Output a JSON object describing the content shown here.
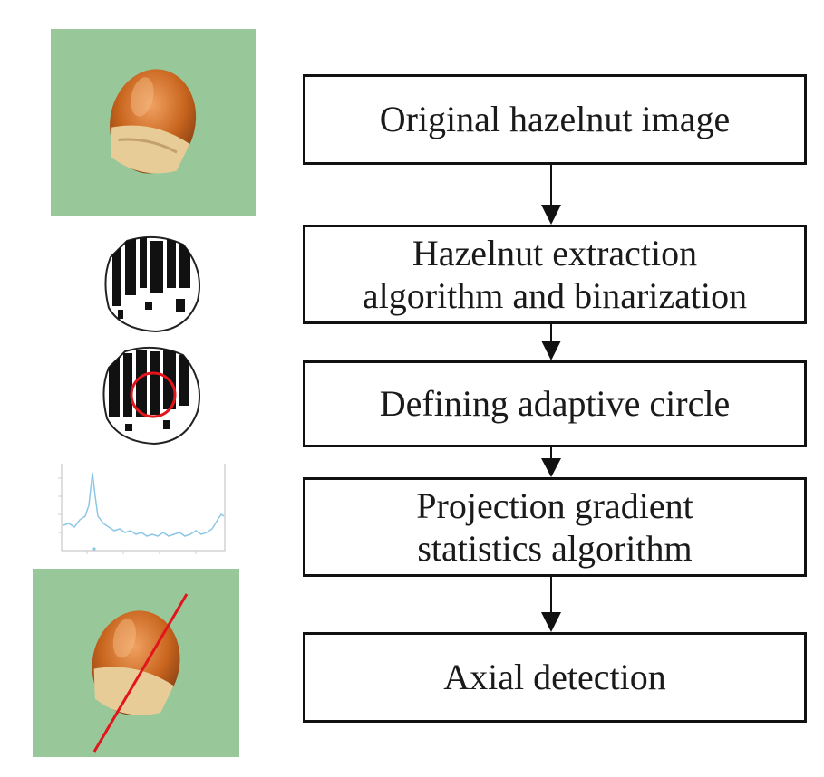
{
  "flow_steps": [
    {
      "label": "Original hazelnut image"
    },
    {
      "label": "Hazelnut extraction\nalgorithm and binarization"
    },
    {
      "label": "Defining adaptive circle"
    },
    {
      "label": "Projection gradient\nstatistics algorithm"
    },
    {
      "label": "Axial detection"
    }
  ],
  "thumbnails": [
    {
      "content": "photo of hazelnut on green background"
    },
    {
      "content": "binarized hazelnut silhouette"
    },
    {
      "content": "binarized hazelnut with red adaptive circle"
    },
    {
      "content": "projection gradient statistics plot"
    },
    {
      "content": "hazelnut photo with red axis line"
    }
  ],
  "colors": {
    "background_green": "#98c89a",
    "hazelnut_brown": "#c8651e",
    "marker_red": "#e2141c",
    "plot_line": "#8ec7e6",
    "box_border": "#111111"
  }
}
